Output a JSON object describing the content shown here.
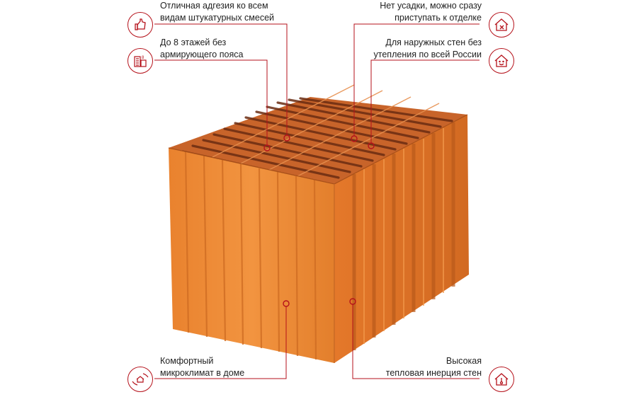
{
  "accent_color": "#b5121b",
  "features": [
    {
      "id": "adhesion",
      "text": "Отличная адгезия ко всем\nвидам штукатурных смесей",
      "icon": "thumbs-up-icon"
    },
    {
      "id": "floors",
      "text": "До 8 этажей без\nармирующего пояса",
      "icon": "building-8-floors-icon"
    },
    {
      "id": "no-shrink",
      "text": "Нет усадки, можно сразу\nприступать к отделке",
      "icon": "house-tools-icon"
    },
    {
      "id": "outer-walls",
      "text": "Для наружных стен без\nутепления по всей России",
      "icon": "house-smile-icon"
    },
    {
      "id": "microclimate",
      "text": "Комфортный\nмикроклимат в доме",
      "icon": "hands-house-icon"
    },
    {
      "id": "inertia",
      "text": "Высокая\nтепловая инерция стен",
      "icon": "house-thermometer-icon"
    }
  ]
}
